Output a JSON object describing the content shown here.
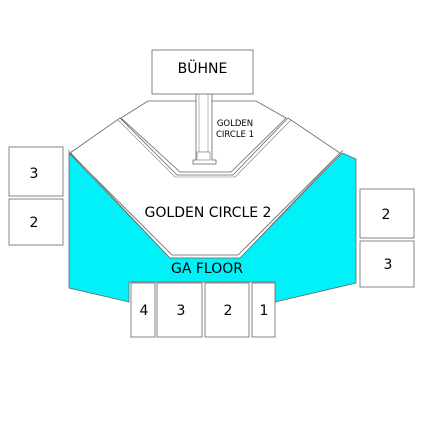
{
  "stage": {
    "label": "BÜHNE"
  },
  "golden_circle_1": {
    "line1": "GOLDEN",
    "line2": "CIRCLE 1"
  },
  "golden_circle_2": {
    "label": "GOLDEN CIRCLE 2"
  },
  "ga_floor": {
    "label": "GA FLOOR",
    "color": "#00f2f8"
  },
  "left_blocks": [
    {
      "label": "3"
    },
    {
      "label": "2"
    }
  ],
  "right_blocks": [
    {
      "label": "2"
    },
    {
      "label": "3"
    }
  ],
  "bottom_blocks": [
    {
      "label": "4"
    },
    {
      "label": "3"
    },
    {
      "label": "2"
    },
    {
      "label": "1"
    }
  ],
  "colors": {
    "outline": "#666666",
    "fill": "#ffffff"
  }
}
